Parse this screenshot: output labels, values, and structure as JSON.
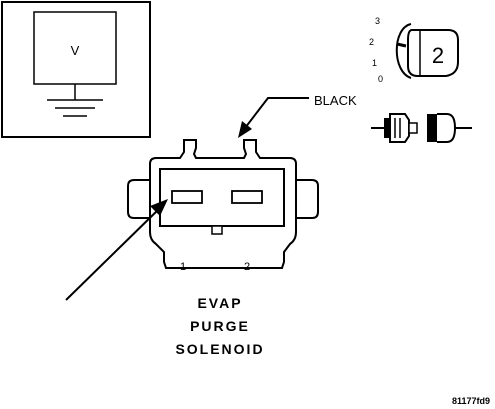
{
  "meter": {
    "label": "V"
  },
  "wire_color": "BLACK",
  "pins": [
    "1",
    "2"
  ],
  "component_name": [
    "EVAP",
    "PURGE",
    "SOLENOID"
  ],
  "key_switch": {
    "positions": [
      "3",
      "2",
      "1",
      "0"
    ],
    "key_number": "2"
  },
  "figure_id": "81177fd9",
  "colors": {
    "line": "#000000",
    "background": "#ffffff"
  }
}
